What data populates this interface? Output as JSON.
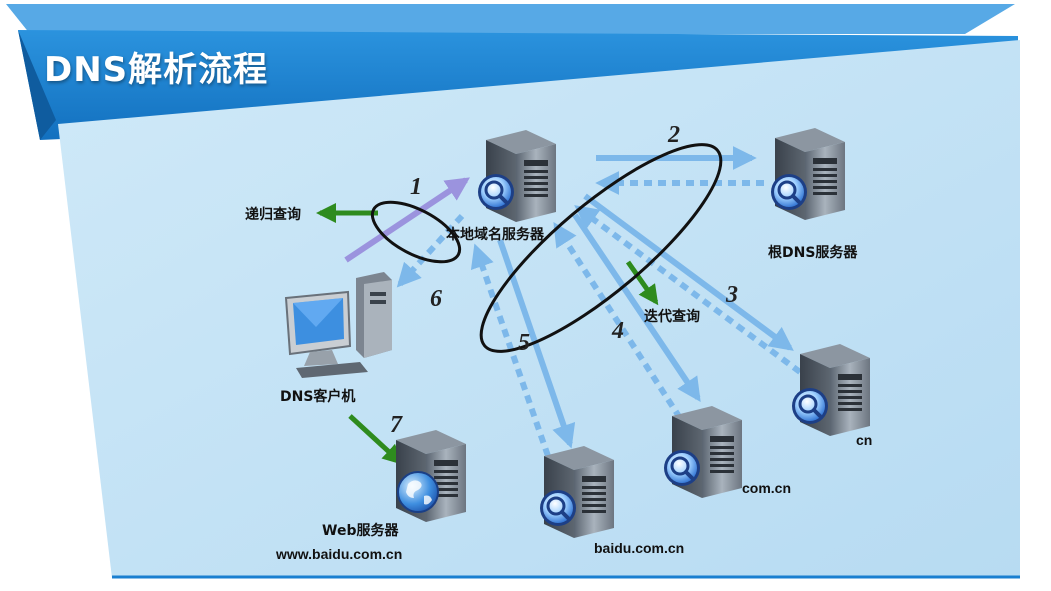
{
  "title": "DNS解析流程",
  "labels": {
    "recursive_query": "递归查询",
    "local_dns_server": "本地域名服务器",
    "root_dns_server": "根DNS服务器",
    "iterative_query": "迭代查询",
    "dns_client": "DNS客户机",
    "web_server": "Web服务器",
    "web_url": "www.baidu.com.cn",
    "baidu_server": "baidu.com.cn",
    "comcn_server": "com.cn",
    "cn_server": "cn"
  },
  "steps": [
    "1",
    "2",
    "3",
    "4",
    "5",
    "6",
    "7"
  ],
  "colors": {
    "banner_blue": "#1a7fd0",
    "panel_bg": "#bfe0f5",
    "arrow_blue": "#7db8ea",
    "arrow_purple": "#9b93de",
    "arrow_green": "#2e8b1e"
  },
  "icons": [
    "server-icon",
    "computer-icon",
    "globe-icon",
    "magnifier-icon"
  ]
}
